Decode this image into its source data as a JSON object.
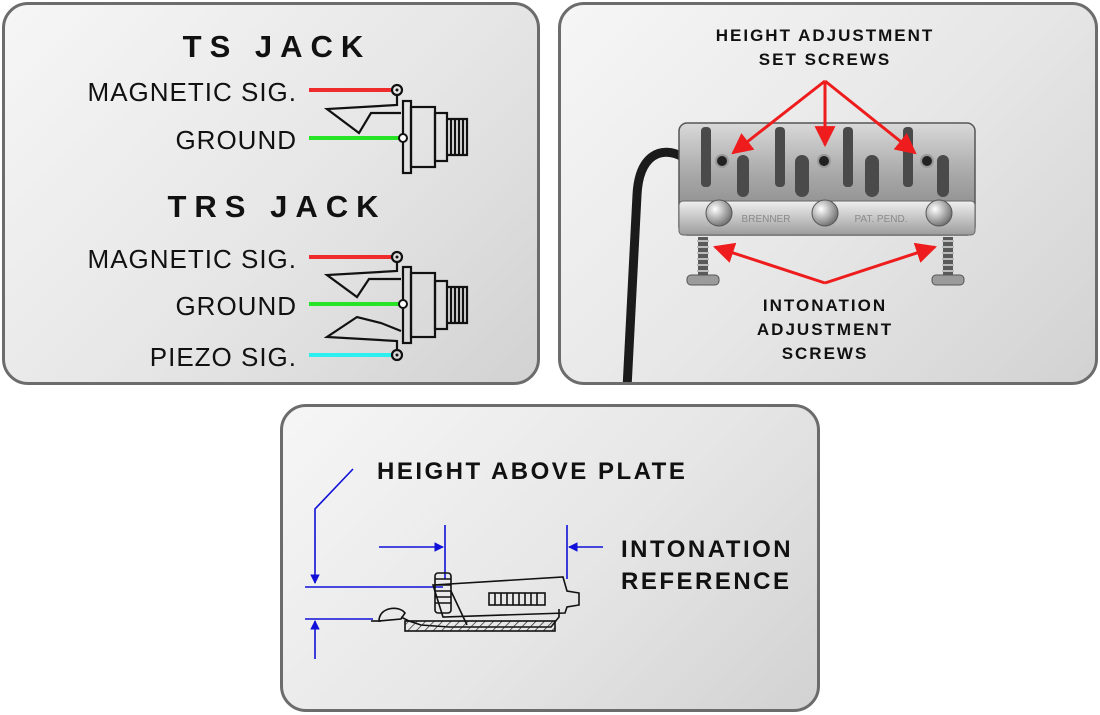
{
  "ts_jack": {
    "title": "TS JACK",
    "magnetic_label": "MAGNETIC SIG.",
    "ground_label": "GROUND"
  },
  "trs_jack": {
    "title": "TRS JACK",
    "magnetic_label": "MAGNETIC SIG.",
    "ground_label": "GROUND",
    "piezo_label": "PIEZO SIG."
  },
  "bridge_photo": {
    "height_label_line1": "HEIGHT ADJUSTMENT",
    "height_label_line2": "SET SCREWS",
    "intonation_label_line1": "INTONATION",
    "intonation_label_line2": "ADJUSTMENT",
    "intonation_label_line3": "SCREWS",
    "engraving_brand": "BRENNER",
    "engraving_patent": "PAT. PEND."
  },
  "profile_drawing": {
    "height_label": "HEIGHT ABOVE PLATE",
    "intonation_line1": "INTONATION",
    "intonation_line2": "REFERENCE"
  },
  "colors": {
    "magnetic_wire": "#ef2b2b",
    "ground_wire": "#27e427",
    "piezo_wire": "#2cf0f0",
    "arrow": "#ee1c1c",
    "dimension": "#1010d8",
    "panel_border": "#6c6c6c"
  }
}
